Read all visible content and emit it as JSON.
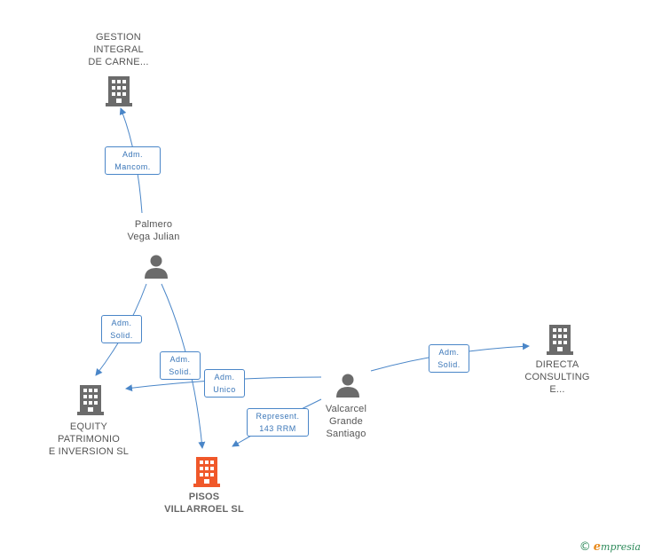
{
  "nodes": {
    "gestion": {
      "lines": [
        "GESTION",
        "INTEGRAL",
        "DE CARNE..."
      ]
    },
    "palmero": {
      "lines": [
        "Palmero",
        "Vega Julian"
      ]
    },
    "equity": {
      "lines": [
        "EQUITY",
        "PATRIMONIO",
        "E INVERSION SL"
      ]
    },
    "pisos": {
      "lines": [
        "PISOS",
        "VILLARROEL SL"
      ]
    },
    "valcarcel": {
      "lines": [
        "Valcarcel",
        "Grande",
        "Santiago"
      ]
    },
    "directa": {
      "lines": [
        "DIRECTA",
        "CONSULTING",
        "E..."
      ]
    }
  },
  "edges": {
    "palmero_gestion": {
      "lines": [
        "Adm.",
        "Mancom."
      ]
    },
    "palmero_equity": {
      "lines": [
        "Adm.",
        "Solid."
      ]
    },
    "palmero_pisos": {
      "lines": [
        "Adm.",
        "Solid."
      ]
    },
    "valcarcel_equity": {
      "lines": [
        "Adm.",
        "Unico"
      ]
    },
    "valcarcel_pisos": {
      "lines": [
        "Represent.",
        "143 RRM"
      ]
    },
    "valcarcel_directa": {
      "lines": [
        "Adm.",
        "Solid."
      ]
    }
  },
  "colors": {
    "edge": "#4a86c8",
    "company_icon": "#6b6b6b",
    "main_company_icon": "#f0582a",
    "person_icon": "#6b6b6b"
  },
  "brand": {
    "copyright": "©",
    "e": "e",
    "rest": "mpresia"
  }
}
